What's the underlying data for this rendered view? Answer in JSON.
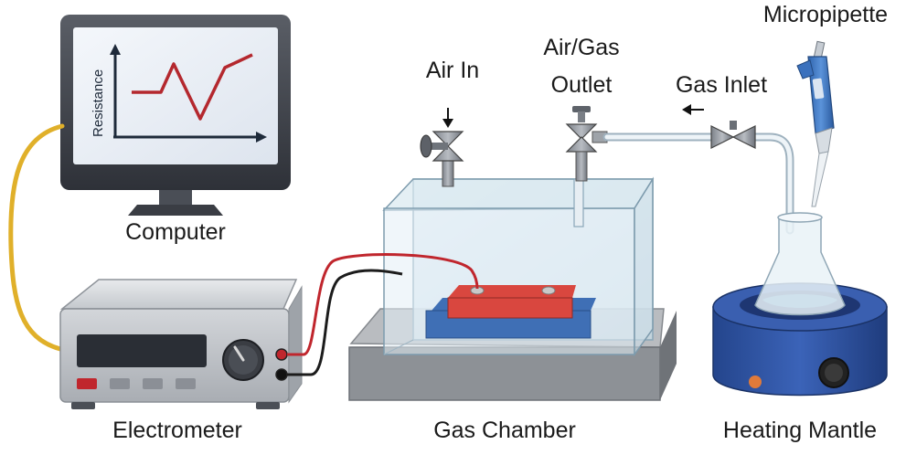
{
  "labels": {
    "micropipette": "Micropipette",
    "air_gas_outlet_line1": "Air/Gas",
    "air_gas_outlet_line2": "Outlet",
    "air_in": "Air In",
    "gas_inlet": "Gas Inlet",
    "computer": "Computer",
    "electrometer": "Electrometer",
    "gas_chamber": "Gas Chamber",
    "heating_mantle": "Heating Mantle"
  },
  "screen_plot": {
    "ylabel": "Resistance"
  },
  "colors": {
    "cable_yellow": "#e0b02a",
    "wire_red": "#c0262d",
    "wire_black": "#1c1c1c",
    "sensor_red": "#d9473f",
    "sensor_blue": "#3f6fb5",
    "mantle_blue": "#2f56a8",
    "pipette_blue": "#3e7ac7",
    "plot_line": "#b4282e"
  }
}
